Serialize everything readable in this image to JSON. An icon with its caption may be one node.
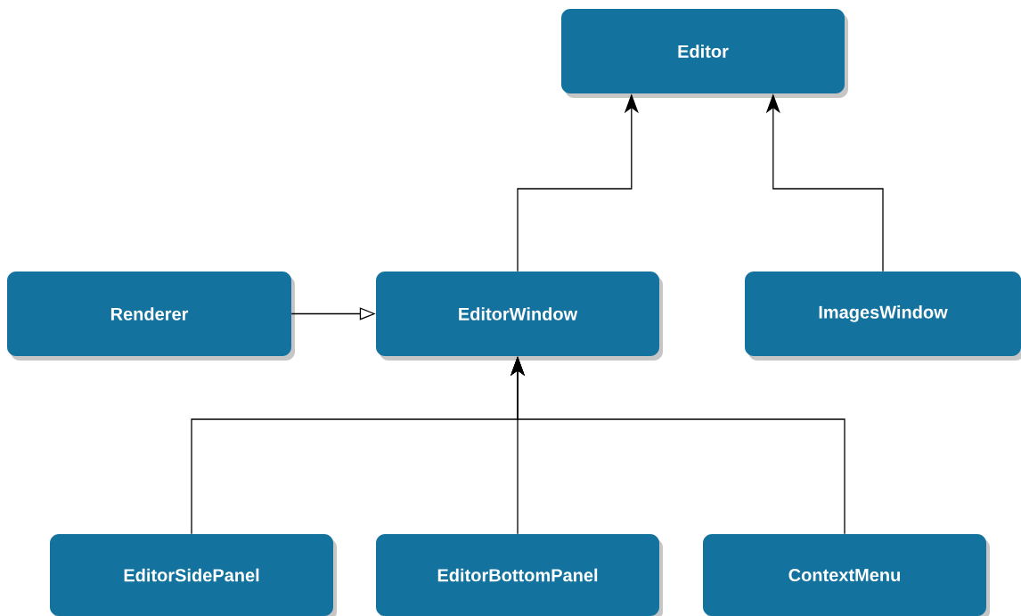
{
  "diagram": {
    "nodes": [
      {
        "text": [
          "Editor"
        ]
      },
      {
        "text": [
          "Renderer"
        ]
      },
      {
        "text": [
          "EditorWindow"
        ]
      },
      {
        "text": [
          "ImagesWindow"
        ]
      },
      {
        "text": [
          "EditorSidePanel"
        ]
      },
      {
        "text": [
          "EditorBottomPanel"
        ]
      },
      {
        "text": [
          "ContextMenu"
        ]
      }
    ],
    "edges": [
      {
        "from": 2,
        "to": 0,
        "arrow": "to"
      },
      {
        "from": 3,
        "to": 0,
        "arrow": "to"
      },
      {
        "from": 1,
        "to": 2,
        "arrow": "to"
      },
      {
        "from": 4,
        "to": 2,
        "arrow": "to"
      },
      {
        "from": 5,
        "to": 2,
        "arrow": "to"
      },
      {
        "from": 6,
        "to": 2,
        "arrow": "to"
      }
    ]
  }
}
